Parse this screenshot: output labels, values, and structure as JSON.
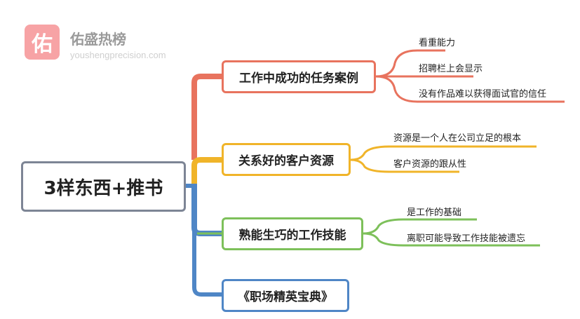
{
  "watermark": {
    "logo_char": "佑",
    "brand": "佑盛热榜",
    "url": "youshengprecision.com"
  },
  "root": {
    "label": "3样东西+推书"
  },
  "branches": [
    {
      "label": "工作中成功的任务案例",
      "color": "#e8735e",
      "leaves": [
        "看重能力",
        "招聘栏上会显示",
        "没有作品难以获得面试官的信任"
      ]
    },
    {
      "label": "关系好的客户资源",
      "color": "#f0b429",
      "leaves": [
        "资源是一个人在公司立足的根本",
        "客户资源的跟从性"
      ]
    },
    {
      "label": "熟能生巧的工作技能",
      "color": "#7dc05a",
      "leaves": [
        "是工作的基础",
        "离职可能导致工作技能被遗忘"
      ]
    },
    {
      "label": "《职场精英宝典》",
      "color": "#4f86c6",
      "leaves": []
    }
  ]
}
